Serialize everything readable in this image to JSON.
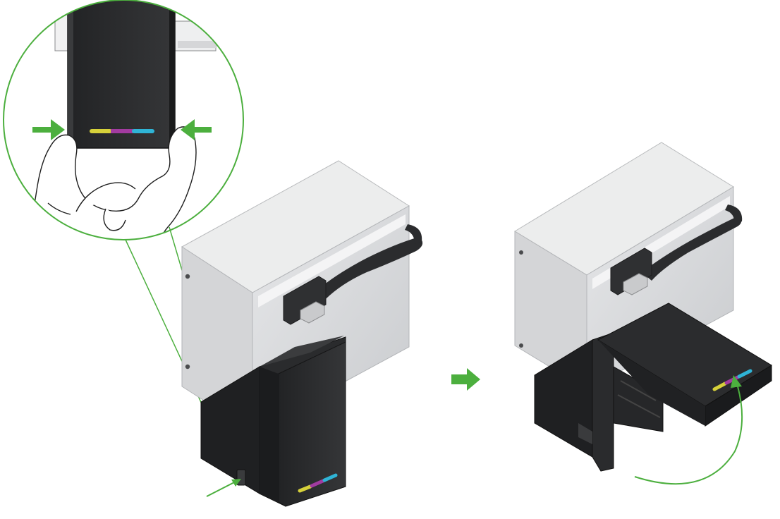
{
  "figure": {
    "panels": [
      {
        "id": "left-assembly",
        "state": "cover-closed"
      },
      {
        "id": "right-assembly",
        "state": "cover-open"
      }
    ],
    "colors": {
      "accent": "#4caf3e",
      "housing": "#dcdddf",
      "housing_shade": "#bfc1c4",
      "housing_top": "#e9eaec",
      "dark": "#2b2c2e",
      "dark_shade": "#1d1e20",
      "stripe": [
        "#d6d13a",
        "#a23ba0",
        "#2fb4d6"
      ]
    },
    "icons": [
      "press-arrow-icon",
      "transition-arrow-icon",
      "lift-arc-arrow-icon",
      "hand-icon"
    ]
  }
}
